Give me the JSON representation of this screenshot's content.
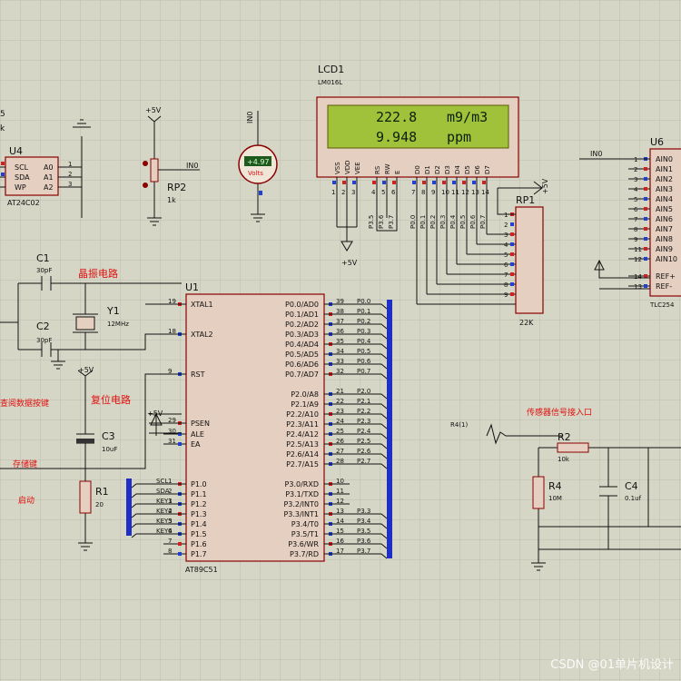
{
  "lcd": {
    "ref": "LCD1",
    "model": "LM016L",
    "line1_value": "222.8",
    "line1_unit": "m9/m3",
    "line2_value": "9.948",
    "line2_unit": "ppm",
    "pins": [
      "VSS",
      "VDD",
      "VEE",
      "RS",
      "RW",
      "E",
      "D0",
      "D1",
      "D2",
      "D3",
      "D4",
      "D5",
      "D6",
      "D7"
    ],
    "pin_numbers": [
      "1",
      "2",
      "3",
      "4",
      "5",
      "6",
      "7",
      "8",
      "9",
      "10",
      "11",
      "12",
      "13",
      "14"
    ],
    "p3_nets": [
      "P3.5",
      "P3.6",
      "P3.7"
    ],
    "data_nets": [
      "P0.0",
      "P0.1",
      "P0.2",
      "P0.3",
      "P0.4",
      "P0.5",
      "P0.6",
      "P0.7"
    ],
    "supply": "+5V"
  },
  "u4": {
    "ref": "U4",
    "model": "AT24C02",
    "pins_left": [
      "SCL",
      "SDA",
      "WP"
    ],
    "pins_right": [
      "A0",
      "A1",
      "A2"
    ],
    "pin_numbers": [
      "1",
      "2",
      "3"
    ],
    "left_partial": "5",
    "left_partial2": "k"
  },
  "rp2": {
    "ref": "RP2",
    "value": "1k",
    "supply": "+5V",
    "net": "IN0"
  },
  "voltmeter": {
    "reading": "+4.97",
    "unit": "Volts",
    "net": "IN0"
  },
  "u6": {
    "ref": "U6",
    "model": "TLC254",
    "pins": [
      "AIN0",
      "AIN1",
      "AIN2",
      "AIN3",
      "AIN4",
      "AIN5",
      "AIN6",
      "AIN7",
      "AIN8",
      "AIN9",
      "AIN10",
      "REF+",
      "REF-"
    ],
    "pin_numbers": [
      "1",
      "2",
      "3",
      "4",
      "5",
      "6",
      "7",
      "8",
      "9",
      "11",
      "12",
      "14",
      "13"
    ],
    "net": "IN0"
  },
  "rp1": {
    "ref": "RP1",
    "value": "22K",
    "supply": "+5V",
    "pin_numbers": [
      "1",
      "2",
      "3",
      "4",
      "5",
      "6",
      "7",
      "8",
      "9"
    ]
  },
  "u1": {
    "ref": "U1",
    "model": "AT89C51",
    "left_pins": [
      "XTAL1",
      "XTAL2",
      "RST",
      "PSEN",
      "ALE",
      "EA",
      "P1.0",
      "P1.1",
      "P1.2",
      "P1.3",
      "P1.4",
      "P1.5",
      "P1.6",
      "P1.7"
    ],
    "left_nums": [
      "19",
      "18",
      "9",
      "29",
      "30",
      "31",
      "1",
      "2",
      "3",
      "4",
      "5",
      "6",
      "7",
      "8"
    ],
    "right_pins": [
      "P0.0/AD0",
      "P0.1/AD1",
      "P0.2/AD2",
      "P0.3/AD3",
      "P0.4/AD4",
      "P0.5/AD5",
      "P0.6/AD6",
      "P0.7/AD7",
      "P2.0/A8",
      "P2.1/A9",
      "P2.2/A10",
      "P2.3/A11",
      "P2.4/A12",
      "P2.5/A13",
      "P2.6/A14",
      "P2.7/A15",
      "P3.0/RXD",
      "P3.1/TXD",
      "P3.2/INT0",
      "P3.3/INT1",
      "P3.4/T0",
      "P3.5/T1",
      "P3.6/WR",
      "P3.7/RD"
    ],
    "right_nums": [
      "39",
      "38",
      "37",
      "36",
      "35",
      "34",
      "33",
      "32",
      "21",
      "22",
      "23",
      "24",
      "25",
      "26",
      "27",
      "28",
      "10",
      "11",
      "12",
      "13",
      "14",
      "15",
      "16",
      "17"
    ],
    "right_nets": [
      "P0.0",
      "P0.1",
      "P0.2",
      "P0.3",
      "P0.4",
      "P0.5",
      "P0.6",
      "P0.7",
      "P2.0",
      "P2.1",
      "P2.2",
      "P2.3",
      "P2.4",
      "P2.5",
      "P2.6",
      "P2.7",
      "",
      "",
      "",
      "P3.3",
      "P3.4",
      "P3.5",
      "P3.6",
      "P3.7"
    ],
    "left_nets": [
      "SCL",
      "SDA",
      "KEY1",
      "KEY2",
      "KEY3",
      "KEY4"
    ]
  },
  "c1": {
    "ref": "C1",
    "value": "30pF"
  },
  "c2": {
    "ref": "C2",
    "value": "30pF"
  },
  "y1": {
    "ref": "Y1",
    "value": "12MHz"
  },
  "c3": {
    "ref": "C3",
    "value": "10uF"
  },
  "r1": {
    "ref": "R1",
    "value": "20"
  },
  "r2": {
    "ref": "R2",
    "value": "10k"
  },
  "r4": {
    "ref": "R4",
    "value": "10M"
  },
  "c4": {
    "ref": "C4",
    "value": "0.1uf"
  },
  "labels": {
    "crystal_circuit": "晶振电路",
    "reset_circuit": "复位电路",
    "query_key": "查阅数据按键",
    "store_key": "存储键",
    "start": "启动",
    "sensor_input": "传感器信号接入口",
    "r4_source": "R4(1)",
    "vcc": "+5V"
  },
  "watermark": "CSDN @01单片机设计"
}
